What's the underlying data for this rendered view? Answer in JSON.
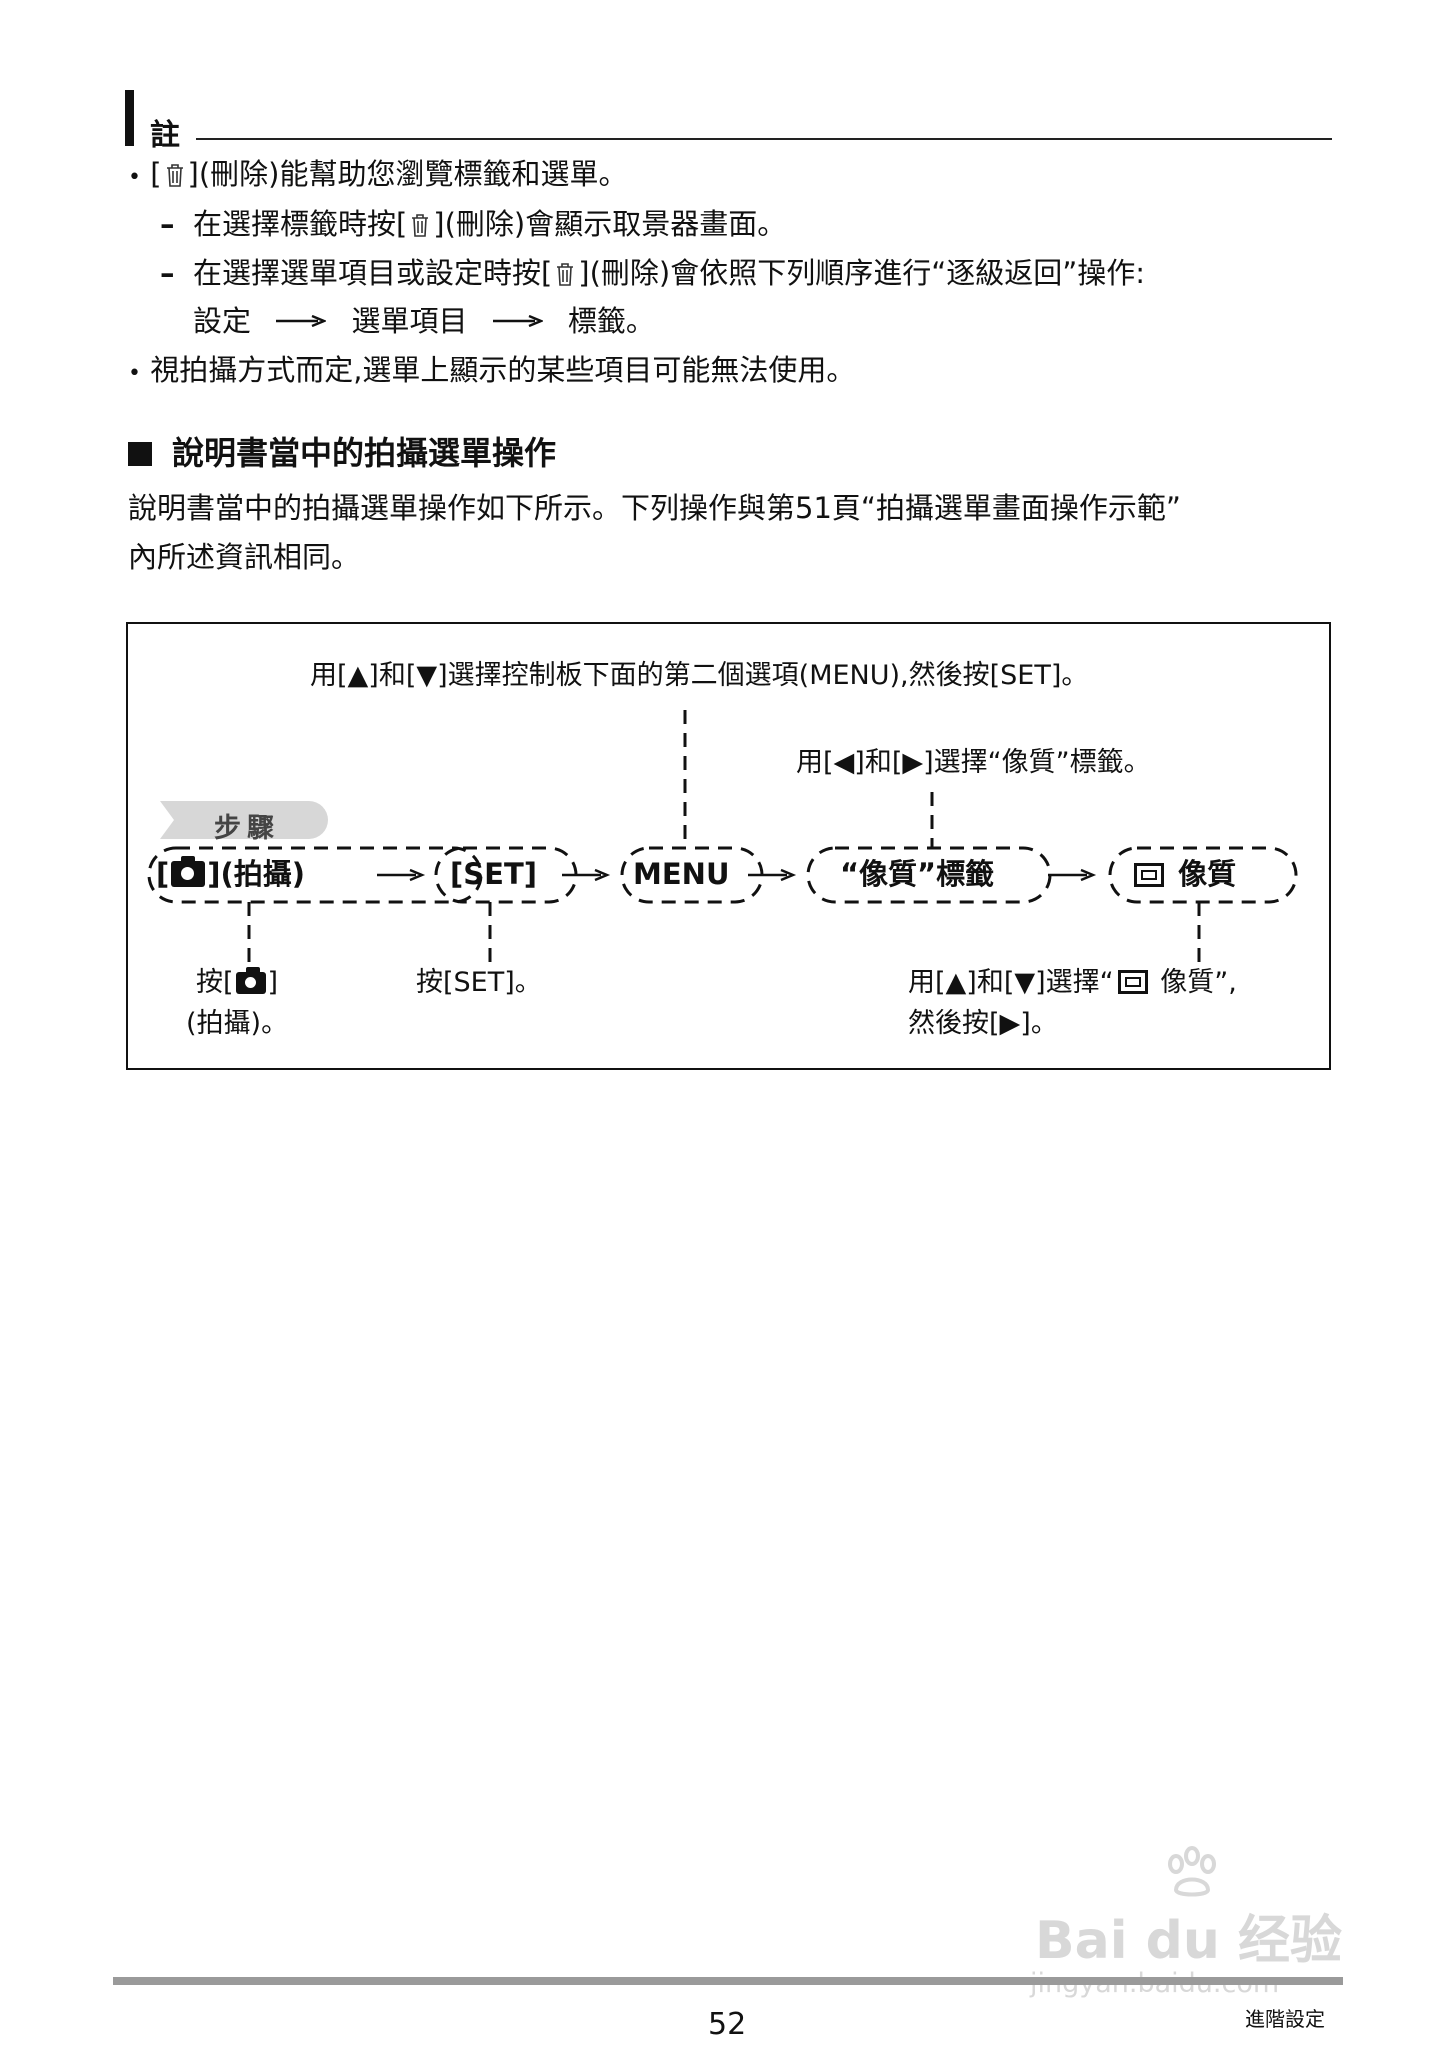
{
  "note": {
    "label": "註",
    "bullet1": "能幫助您瀏覽標籤和選單。",
    "bullet1_prefix": "[",
    "bullet1_mid": "](刪除)",
    "sub1_prefix": "在選擇標籤時按[",
    "sub1_suffix": "](刪除)會顯示取景器畫面。",
    "sub2_prefix": "在選擇選單項目或設定時按[",
    "sub2_suffix": "](刪除)會依照下列順序進行“逐級返回”操作:",
    "sub2_seq": [
      "設定",
      "選單項目",
      "標籤。"
    ],
    "bullet2": "視拍攝方式而定,選單上顯示的某些項目可能無法使用。"
  },
  "section": {
    "heading": "說明書當中的拍攝選單操作",
    "para_line1": "說明書當中的拍攝選單操作如下所示。下列操作與第51頁“拍攝選單畫面操作示範”",
    "para_line2": "內所述資訊相同。"
  },
  "diagram": {
    "step_label": "步驟",
    "steps": [
      "](拍攝)",
      "[SET]",
      "MENU",
      "“像質”標籤",
      "像質"
    ],
    "step1_prefix": "[",
    "top_note": "用[▲]和[▼]選擇控制板下面的第二個選項(MENU),然後按[SET]。",
    "mid_note": "用[◀]和[▶]選擇“像質”標籤。",
    "note_cam_prefix": "按[",
    "note_cam_suffix": "]",
    "note_cam_line2": "(拍攝)。",
    "note_set": "按[SET]。",
    "note_quality_prefix": "用[▲]和[▼]選擇“",
    "note_quality_suffix": " 像質”,",
    "note_quality_line2": "然後按[▶]。"
  },
  "footer": {
    "page_number": "52",
    "section_name": "進階設定"
  },
  "watermark": {
    "brand": "Bai du 经验",
    "url": "jingyan.baidu.com"
  }
}
